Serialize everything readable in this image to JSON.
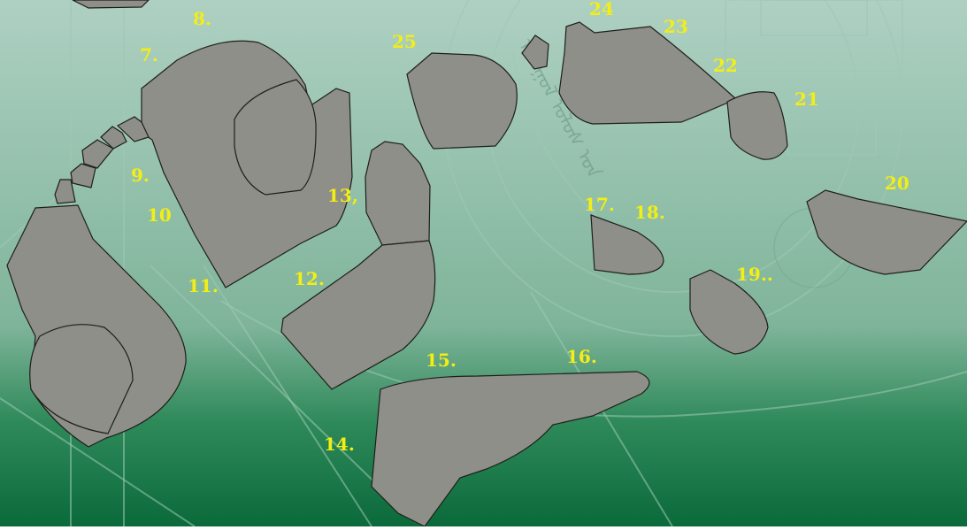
{
  "background": {
    "top_color": "#aed0c2",
    "mid_color": "#7fb49a",
    "bottom_color": "#0b6a3a",
    "watermark_text": "ᠮᠣᠩᠭᠣᠯ ᠤᠯᠤᠰ ᠤᠨ"
  },
  "fragment_color": "#8f8f89",
  "label_color": "#f3ee14",
  "labels": {
    "l7": "7.",
    "l8": "8.",
    "l9": "9.",
    "l10": "10",
    "l11": "11.",
    "l12": "12.",
    "l13": "13,",
    "l14": "14.",
    "l15": "15.",
    "l16": "16.",
    "l17": "17.",
    "l18": "18.",
    "l19": "19..",
    "l20": "20",
    "l21": "21",
    "l22": "22",
    "l23": "23",
    "l24": "24",
    "l25": "25"
  }
}
